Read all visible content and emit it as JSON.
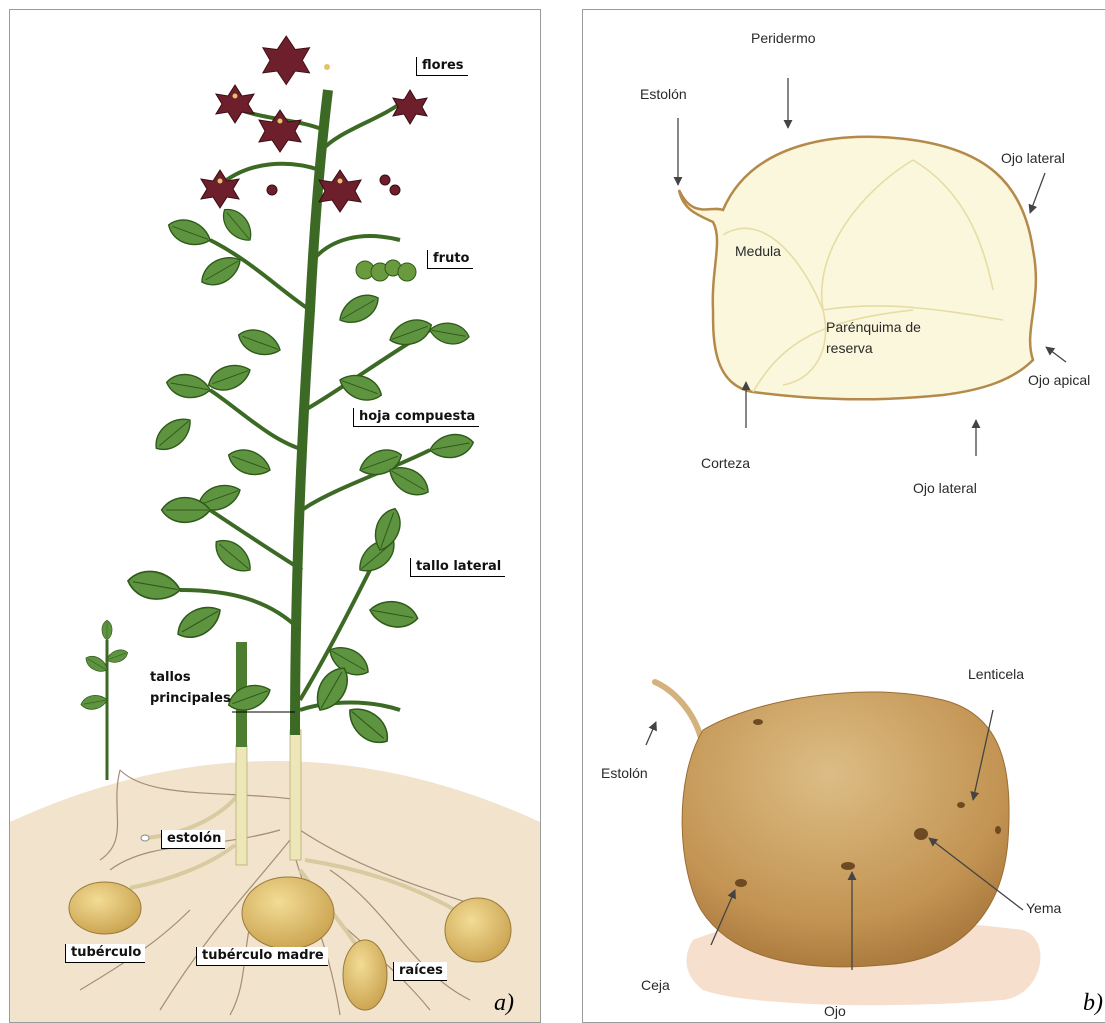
{
  "panel_a": {
    "labels": {
      "flores": "flores",
      "fruto": "fruto",
      "hoja_compuesta": "hoja compuesta",
      "tallo_lateral": "tallo lateral",
      "tallos_principales_1": "tallos",
      "tallos_principales_2": "principales",
      "estolon": "estolón",
      "tuberculo": "tubérculo",
      "tuberculo_madre": "tubérculo madre",
      "raices": "raíces"
    },
    "tag": "a)"
  },
  "panel_b": {
    "section_labels": {
      "peridermo": "Peridermo",
      "estolon": "Estolón",
      "ojo_lateral_top": "Ojo lateral",
      "medula": "Medula",
      "parenquima_1": "Parénquima de",
      "parenquima_2": "reserva",
      "ojo_apical": "Ojo apical",
      "corteza": "Corteza",
      "ojo_lateral_bottom": "Ojo lateral"
    },
    "tuber_labels": {
      "estolon": "Estolón",
      "lenticela": "Lenticela",
      "yema": "Yema",
      "ceja": "Ceja",
      "ojo": "Ojo"
    },
    "tag": "b)"
  },
  "colors": {
    "leaf": "#5b8f3a",
    "leaf_dark": "#3f6e26",
    "stem": "#3c6a25",
    "flower": "#6d1f2c",
    "soil": "#f1e3cc",
    "tuber": "#d9b866",
    "section_fill": "#fbf7dc",
    "whole_tuber": "#c59a55"
  }
}
